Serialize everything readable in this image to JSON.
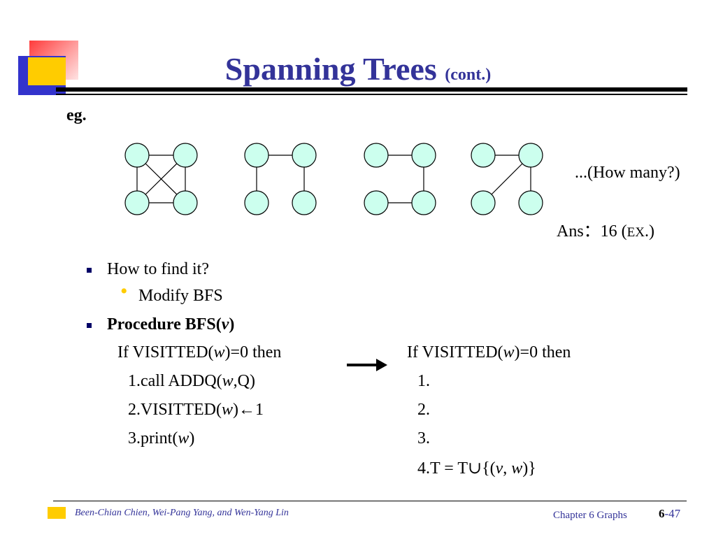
{
  "slide": {
    "title": "Spanning Trees",
    "title_sub": "(cont.)",
    "eg_label": "eg.",
    "how_many": "...(How many?)",
    "ans_prefix": "Ans：16 (",
    "ans_ex": "EX",
    "ans_suffix": ".)"
  },
  "bullets": {
    "how_to_find": "How to find it?",
    "modify_bfs": "Modify BFS",
    "procedure_prefix": "Procedure BFS(",
    "procedure_arg": "v",
    "procedure_suffix": ")"
  },
  "code_left": {
    "line1_a": "If VISITTED(",
    "line1_w": "w",
    "line1_b": ")=0 then",
    "line2_a": "1.call ADDQ(",
    "line2_w": "w",
    "line2_b": ",Q)",
    "line3_a": "2.VISITTED(",
    "line3_w": "w",
    "line3_b": ")←1",
    "line4_a": "3.print(",
    "line4_w": "w",
    "line4_b": ")"
  },
  "code_right": {
    "line1_a": "If VISITTED(",
    "line1_w": "w",
    "line1_b": ")=0 then",
    "line2": "1.",
    "line3": "2.",
    "line4": "3.",
    "line5_a": "4.T = T∪{(",
    "line5_v": "v",
    "line5_mid": ", ",
    "line5_w": "w",
    "line5_b": ")}"
  },
  "footer": {
    "authors": "Been-Chian Chien, Wei-Pang Yang, and Wen-Yang Lin",
    "chapter": "Chapter 6 Graphs",
    "page_bold": "6",
    "page_rest": "-47"
  },
  "colors": {
    "title": "#333399",
    "node_fill": "#ccffee",
    "accent_yellow": "#ffcc00",
    "logo_blue": "#3333cc",
    "logo_red": "#ff3b3b"
  }
}
